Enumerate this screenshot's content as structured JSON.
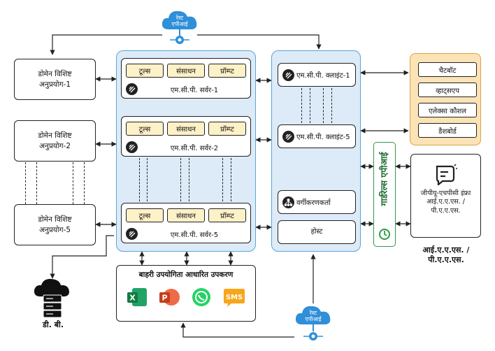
{
  "rest_api_top": {
    "line1": "रेस्ट",
    "line2": "एपीआई"
  },
  "rest_api_bottom": {
    "line1": "रेस्ट",
    "line2": "एपीआई"
  },
  "domains": [
    "डोमेन विशिष्ट\nअनुप्रयोग-1",
    "डोमेन विशिष्ट\nअनुप्रयोग-2",
    "डोमेन विशिष्ट\nअनुप्रयोग-5"
  ],
  "server_chips": {
    "tools": "टूल्स",
    "resources": "संसाधन",
    "prompt": "प्रॉम्प्ट"
  },
  "servers": [
    "एम.सी.पी. सर्वर-1",
    "एम.सी.पी. सर्वर-2",
    "एम.सी.पी. सर्वर-5"
  ],
  "clients": [
    "एम.सी.पी. क्लाइंट-1",
    "एम.सी.पी. क्लाइंट-5"
  ],
  "classifier": "वर्गीकरणकर्ता",
  "host": "होस्ट",
  "apps": [
    "चैटबॉट",
    "व्हाट्सएप",
    "एलेक्सा कौशल",
    "डैशबोर्ड"
  ],
  "guardrails": "गार्डरेल्स एपीआई",
  "gpu_box": "जीपीयू-एचपीसी इंफ्रा\nआई.ए.ए.एस. /\nपी.ए.ए.एस.",
  "gpu_caption": "आई.ए.ए.एस. /\nपी.ए.ए.एस.",
  "external_tools": {
    "title": "बाहरी उपयोगिता आधारित उपकरण",
    "sms": "SMS"
  },
  "db_label": "डी. बी.",
  "colors": {
    "panel": "#dcebf7",
    "chip": "#fdf1c7",
    "orange": "#fce3b5",
    "cloud": "#2f8fd8",
    "green": "#2f9a4a"
  }
}
